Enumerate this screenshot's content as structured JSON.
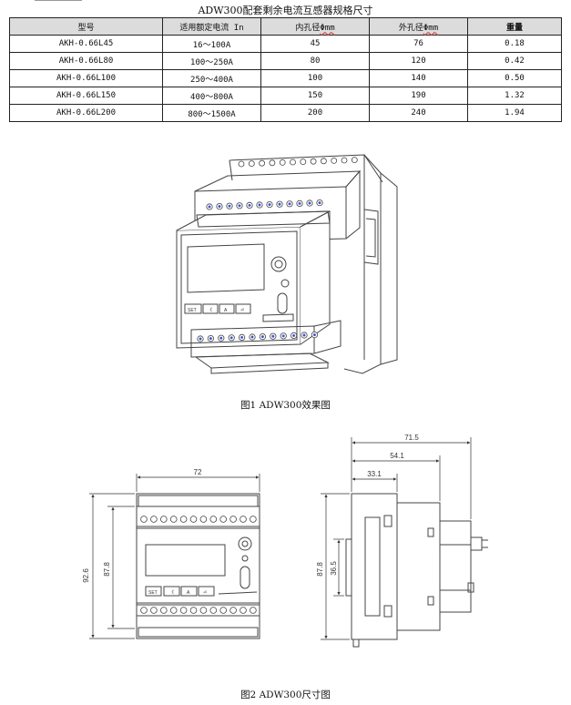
{
  "doc_title": "ADW300配套剩余电流互感器规格尺寸",
  "table": {
    "headers": [
      "型号",
      "适用额定电流 In",
      "内孔径",
      "外孔径",
      "重量"
    ],
    "phi_unit": "Φmm",
    "rows": [
      [
        "AKH-0.66L45",
        "16～100A",
        "45",
        "76",
        "0.18"
      ],
      [
        "AKH-0.66L80",
        "100～250A",
        "80",
        "120",
        "0.42"
      ],
      [
        "AKH-0.66L100",
        "250～400A",
        "100",
        "140",
        "0.50"
      ],
      [
        "AKH-0.66L150",
        "400～800A",
        "150",
        "190",
        "1.32"
      ],
      [
        "AKH-0.66L200",
        "800～1500A",
        "200",
        "240",
        "1.94"
      ]
    ]
  },
  "figure1": {
    "caption": "图1 ADW300效果图",
    "key_labels": [
      "SET",
      "《",
      "A",
      "⏎"
    ]
  },
  "figure2": {
    "caption": "图2 ADW300尺寸图",
    "front_width": "72",
    "front_height_outer": "92.6",
    "front_height_inner": "87.8",
    "side_depth_total": "71.5",
    "side_depth_mid": "54.1",
    "side_depth_small": "33.1",
    "side_height": "87.8",
    "side_rail": "36.5"
  }
}
